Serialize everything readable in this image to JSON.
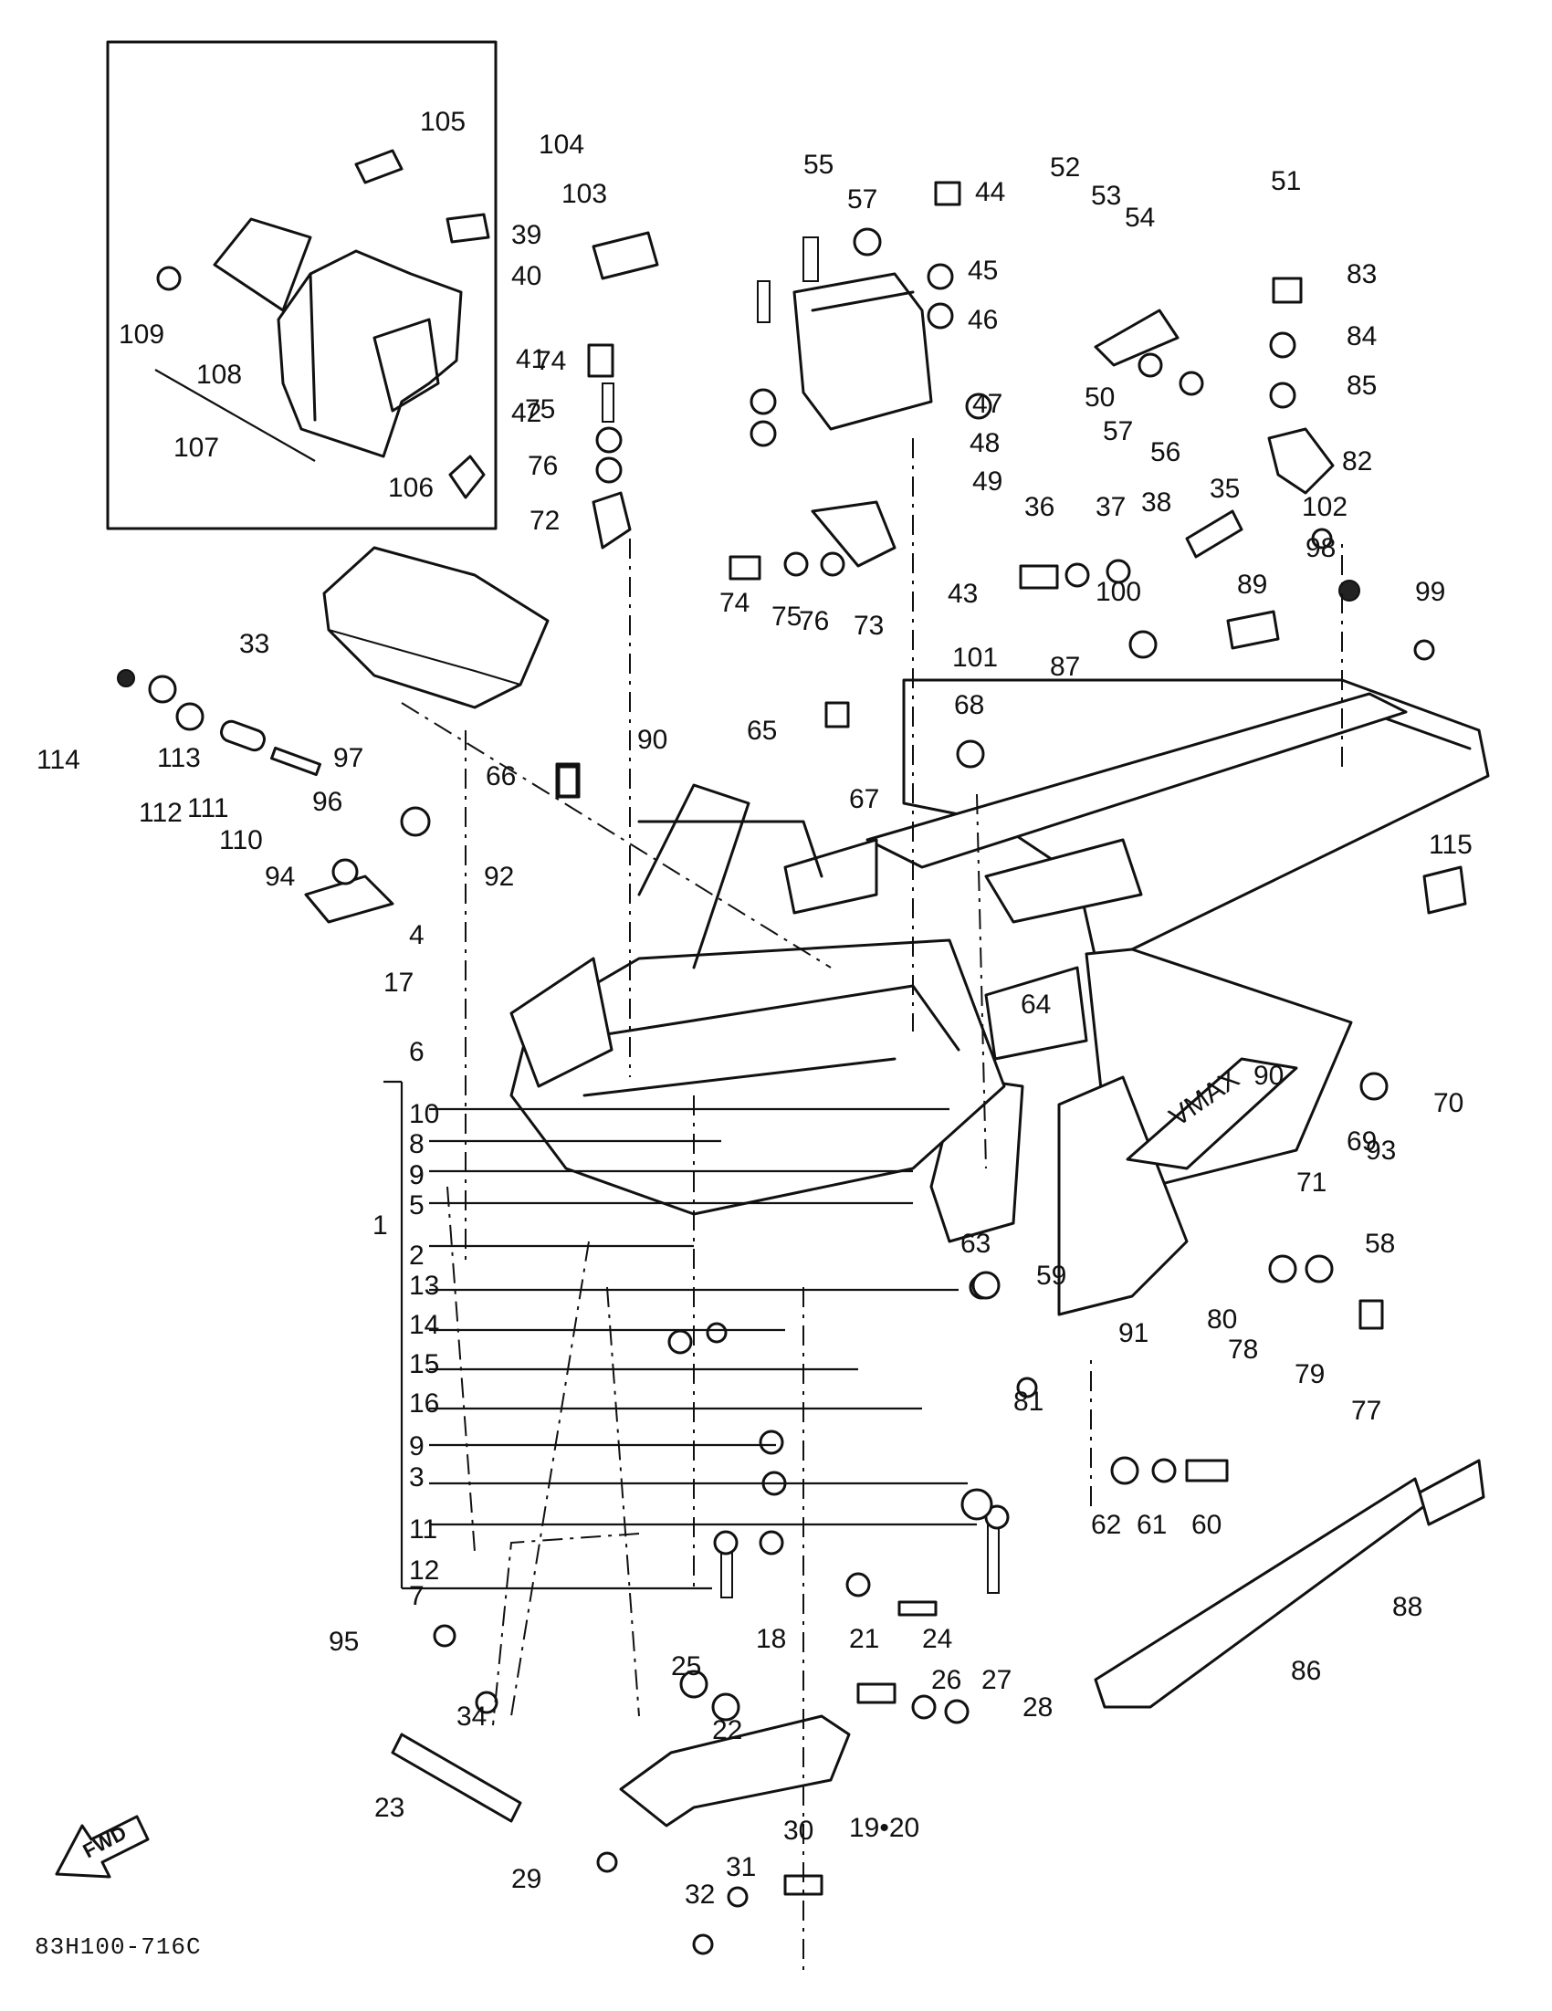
{
  "drawing_code": "83H100-716C",
  "fwd_label": "FWD",
  "badge_text": "VMAX",
  "callouts": [
    "1",
    "2",
    "3",
    "4",
    "5",
    "6",
    "7",
    "8",
    "9",
    "9",
    "9",
    "10",
    "11",
    "12",
    "13",
    "14",
    "15",
    "16",
    "17",
    "18",
    "19•20",
    "21",
    "22",
    "23",
    "24",
    "25",
    "26",
    "27",
    "28",
    "29",
    "30",
    "31",
    "32",
    "33",
    "34",
    "35",
    "36",
    "37",
    "38",
    "39",
    "40",
    "41",
    "42",
    "43",
    "44",
    "45",
    "46",
    "47",
    "48",
    "49",
    "50",
    "51",
    "52",
    "53",
    "54",
    "55",
    "56",
    "57",
    "57",
    "58",
    "59",
    "60",
    "61",
    "62",
    "63",
    "64",
    "65",
    "66",
    "67",
    "68",
    "69",
    "70",
    "71",
    "72",
    "73",
    "74",
    "74",
    "75",
    "75",
    "76",
    "76",
    "77",
    "78",
    "79",
    "80",
    "81",
    "82",
    "83",
    "84",
    "85",
    "86",
    "87",
    "88",
    "89",
    "90",
    "90",
    "91",
    "92",
    "93",
    "94",
    "95",
    "96",
    "97",
    "98",
    "99",
    "100",
    "101",
    "102",
    "103",
    "104",
    "105",
    "106",
    "107",
    "108",
    "109",
    "110",
    "111",
    "112",
    "113",
    "114",
    "115"
  ]
}
